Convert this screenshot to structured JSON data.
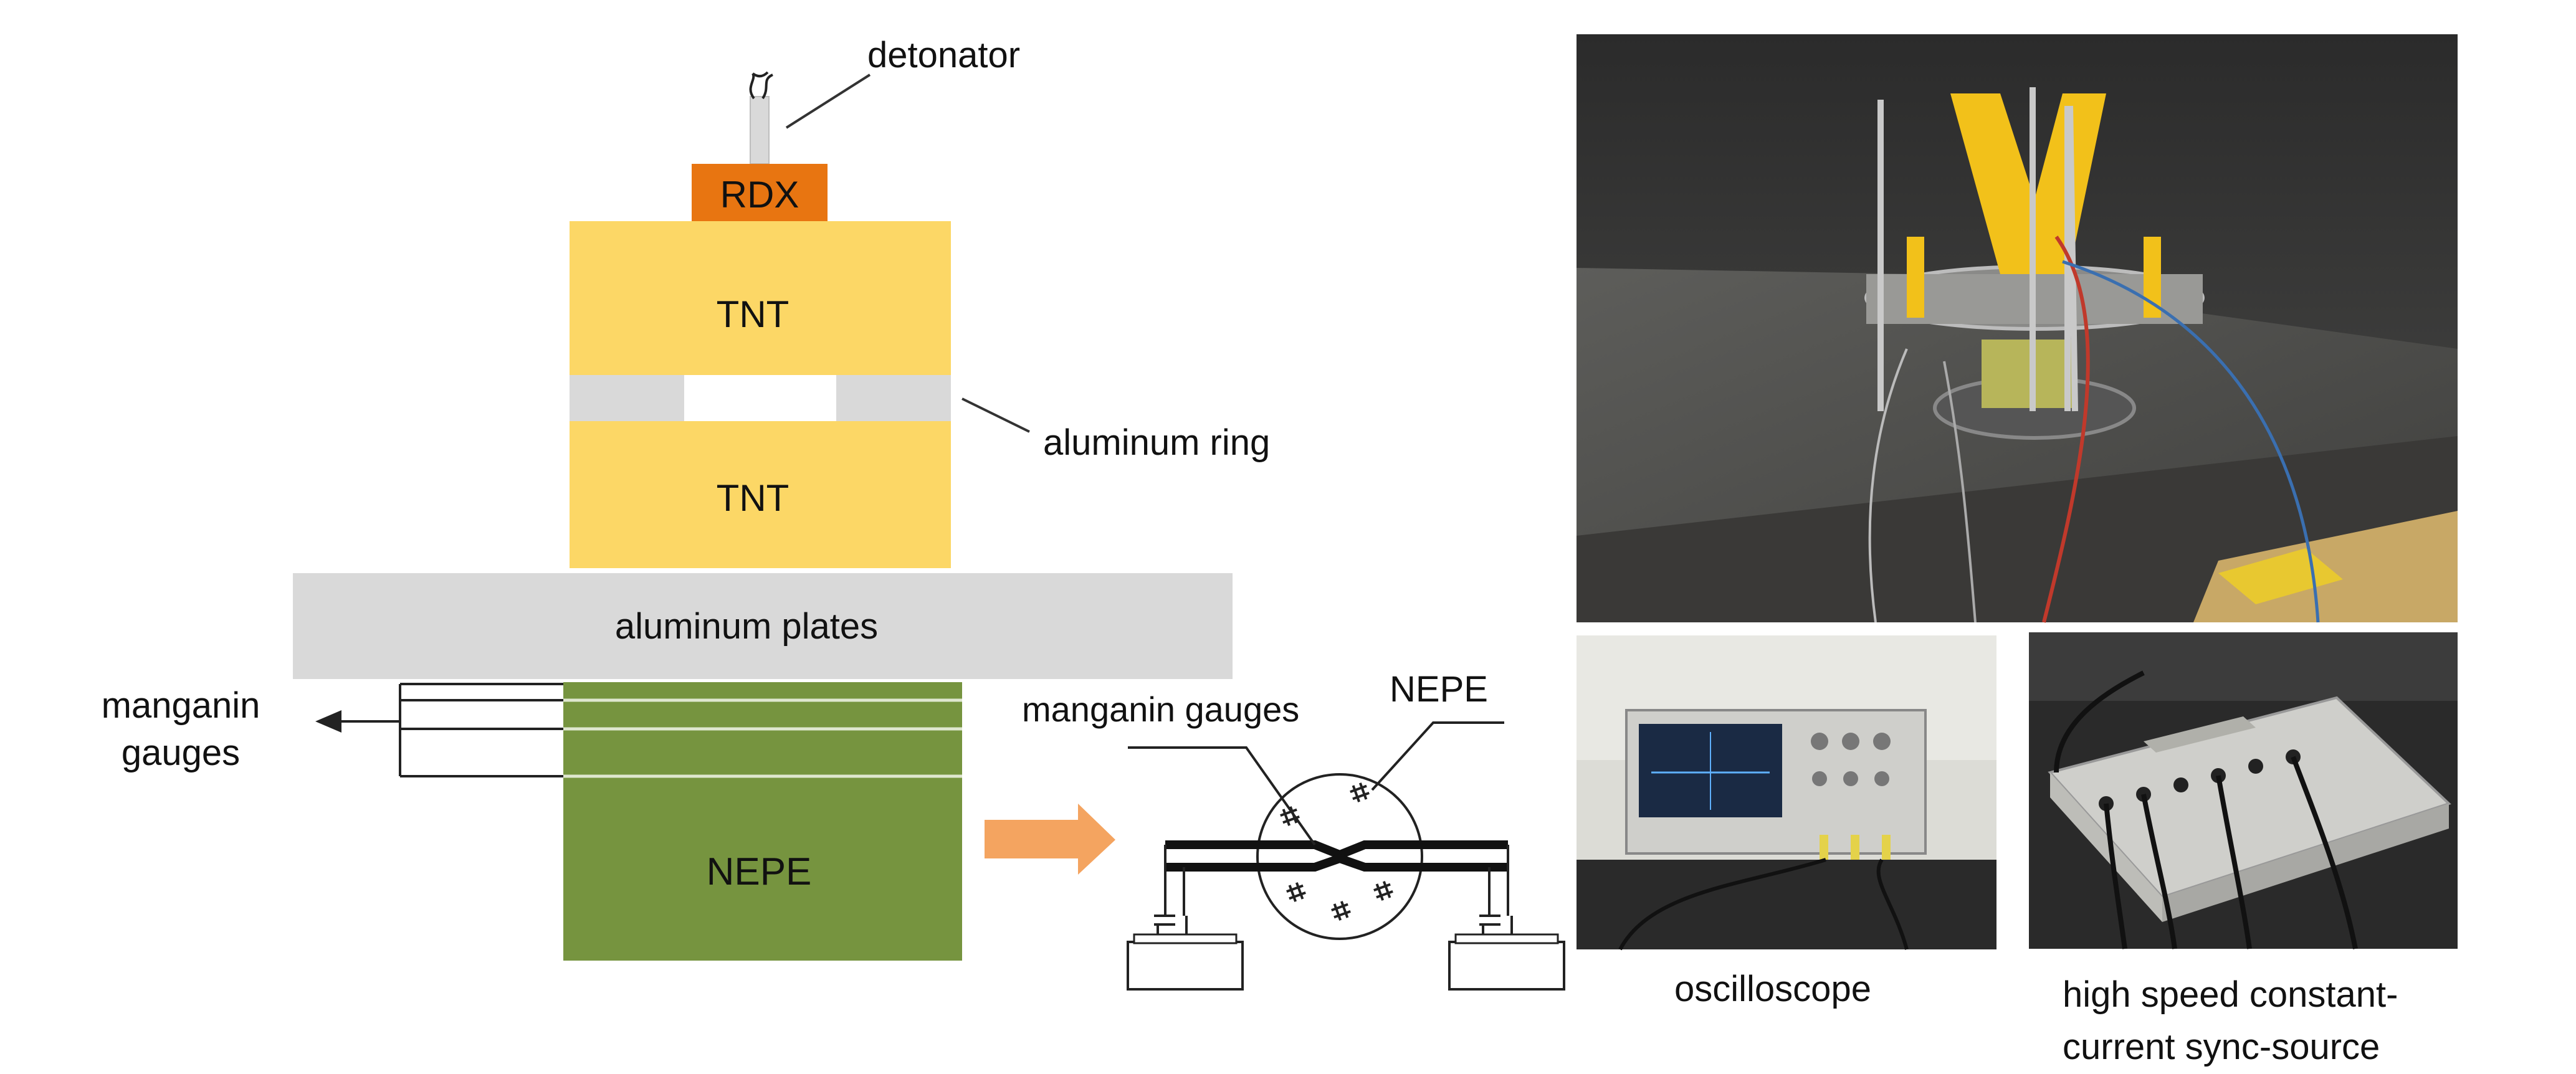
{
  "schematic": {
    "detonator_label": "detonator",
    "rdx_label": "RDX",
    "tnt_upper_label": "TNT",
    "tnt_lower_label": "TNT",
    "aluminum_ring_label": "aluminum ring",
    "aluminum_plates_label": "aluminum plates",
    "manganin_gauges_label_line1": "manganin",
    "manganin_gauges_label_line2": "gauges",
    "nepe_label": "NEPE"
  },
  "gauge_detail": {
    "manganin_gauges_label": "manganin gauges",
    "nepe_label": "NEPE"
  },
  "photos": {
    "oscilloscope_caption": "oscilloscope",
    "sync_source_caption_line1": "high speed constant-",
    "sync_source_caption_line2": "current sync-source"
  },
  "colors": {
    "rdx": "#e87511",
    "tnt": "#fcd766",
    "aluminum": "#d9d9d9",
    "nepe": "#76943f",
    "arrow": "#f4a460"
  }
}
